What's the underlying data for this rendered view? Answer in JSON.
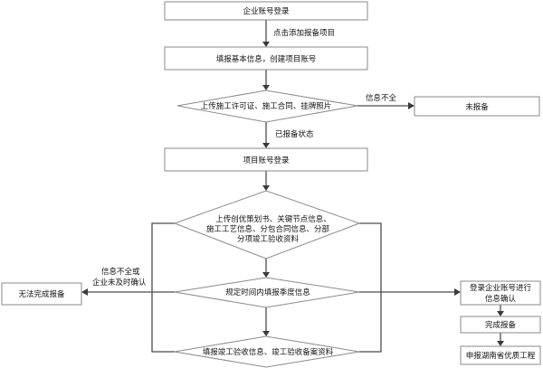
{
  "nodes": {
    "enterprise_login": "企业账号登录",
    "fill_basic": "填报基本信息，创建项目账号",
    "upload_permit": "上传施工许可证、施工合同、挂牌照片",
    "not_filed": "未报备",
    "project_login": "项目账号登录",
    "upload_plan": [
      "上传创优策划书、关键节点信息、",
      "施工工艺信息、分包合同信息、分部",
      "分项竣工验收资料"
    ],
    "quarterly": "规定时间内填报季度信息",
    "completion": "填报竣工验收信息、竣工验收备案资料",
    "cannot_complete": "无法完成报备",
    "confirm_info": [
      "登录企业账号进行",
      "信息确认"
    ],
    "filing_done": "完成报备",
    "apply_award": "申报湖南省优质工程"
  },
  "edges": {
    "click_add": "点击添加报备项目",
    "info_incomplete": "信息不全",
    "filed_status": "已报备状态",
    "incomplete_or_unconfirmed": [
      "信息不全或",
      "企业未及时确认"
    ]
  }
}
